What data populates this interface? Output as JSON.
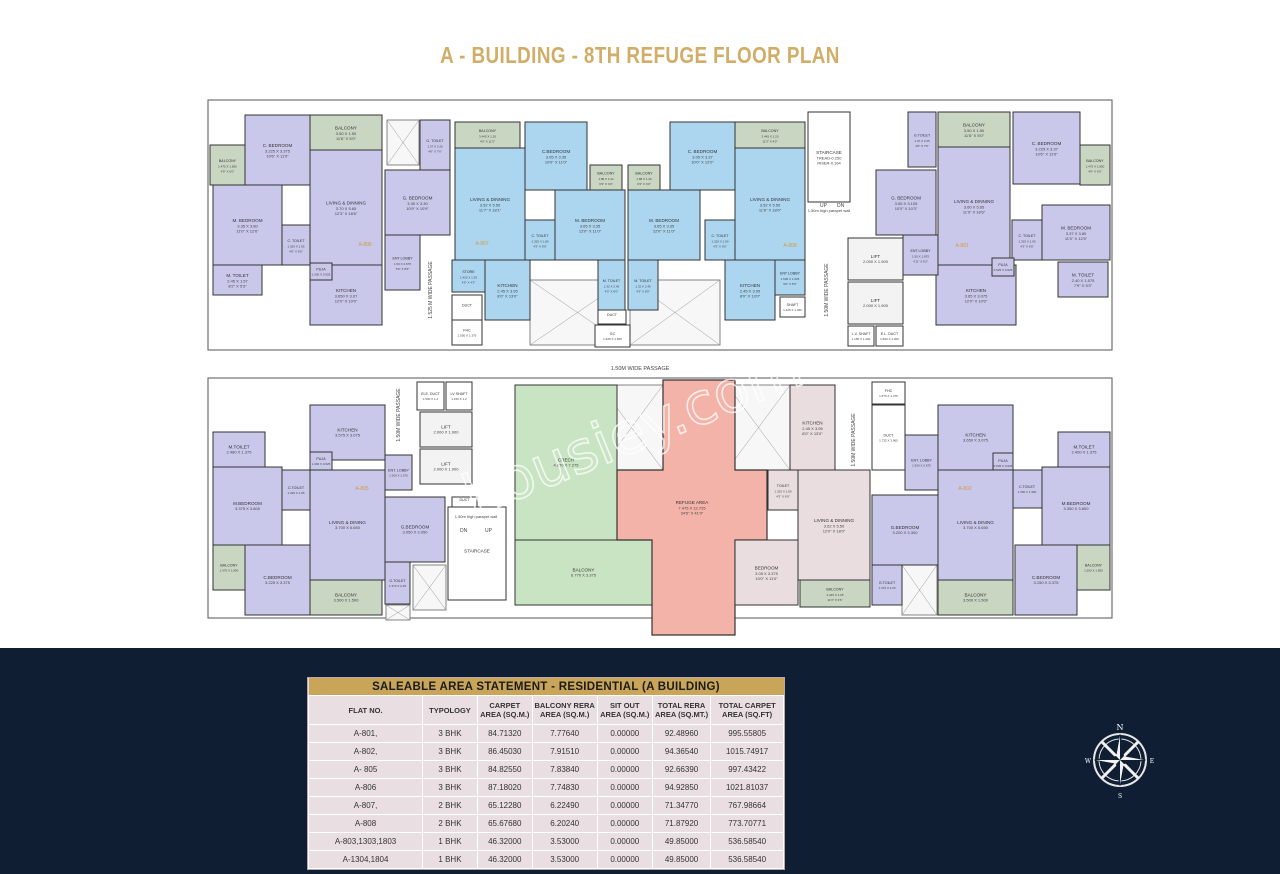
{
  "title": "A - BUILDING - 8TH REFUGE FLOOR PLAN",
  "watermark": "housiey.com",
  "colors": {
    "lavender": "#c9c8eb",
    "blue": "#acd6f0",
    "green": "#c8d6c2",
    "crech": "#c8e4c2",
    "refuge": "#f3b3a8",
    "pinkgrey": "#e9dde0",
    "title_gold": "#d2ad67",
    "navy": "#0f1e33",
    "table_header": "#c9a55a"
  },
  "flat_tags": [
    "A-806",
    "A-807",
    "A-808",
    "A-801",
    "A-805",
    "A-802"
  ],
  "labels": {
    "passage_top": "1.50M WIDE PASSAGE",
    "passage_left": "1.525 M WIDE PASSAGE",
    "passage_right": "1.50M WIDE PASSAGE",
    "passage_core": "1.50M WIDE PASSAGE",
    "passage_right_bottom": "1.50M WIDE PASSAGE",
    "parapet_top": "1.50m high parapet wall",
    "parapet_bottom": "1.50m high parapet wall",
    "up": "UP",
    "dn": "DN",
    "up2": "UP",
    "dn2": "DN"
  },
  "rooms": [
    {
      "name": "C. BEDROOM",
      "dim": "3.225 X 3.375",
      "ft": "10'6\" X 11'0\""
    },
    {
      "name": "BALCONY",
      "dim": "3.50 X 1.50",
      "ft": "11'6\" X 5'0\""
    },
    {
      "name": "BALCONY",
      "dim": "1.475 X 1.850",
      "ft": "4'9\" X 6'0\""
    },
    {
      "name": "LIVING & DINNING",
      "dim": "3.70 X 5.65",
      "ft": "12'3\" X 18'6\""
    },
    {
      "name": "M. BEDROOM",
      "dim": "3.35 X 3.80",
      "ft": "11'0\" X 12'6\""
    },
    {
      "name": "C. TOILET",
      "dim": "1.350 X 1.95",
      "ft": "4'5\" X 6'5\""
    },
    {
      "name": "M. TOILET",
      "dim": "2.45 X 1.57",
      "ft": "8'2\" X 5'3\""
    },
    {
      "name": "KITCHEN",
      "dim": "3.650 X 3.07",
      "ft": "12'0\" X 10'0\""
    },
    {
      "name": "PUJA",
      "dim": "1.000 X 0.625",
      "ft": ""
    },
    {
      "name": "G. BEDROOM",
      "dim": "3.30 X 3.30",
      "ft": "10'9\" X 10'9\""
    },
    {
      "name": "G. TOILET",
      "dim": "1.37 X 2.25",
      "ft": "4'6\" X 7'6\""
    },
    {
      "name": "ENT LOBBY",
      "dim": "1.50 X 2.675",
      "ft": "5'0\" X 8'9\""
    },
    {
      "name": "BALCONY",
      "dim": "3.445 X 1.20",
      "ft": "4'0\" X 11'3\""
    },
    {
      "name": "LIVING & DINNING",
      "dim": "3.52 X 5.50",
      "ft": "11'7\" X 18'1\""
    },
    {
      "name": "C.BEDROOM",
      "dim": "3.05 X 3.35",
      "ft": "10'0\" X 11'0\""
    },
    {
      "name": "BALCONY",
      "dim": "1.88 X 1.22",
      "ft": "6'3\" X 4'0\""
    },
    {
      "name": "M. BEDROOM",
      "dim": "3.65 X 3.35",
      "ft": "12'0\" X 11'0\""
    },
    {
      "name": "C. TOILET",
      "dim": "1.325 X 1.80",
      "ft": "4'3\" X 6'0\""
    },
    {
      "name": "M. TOILET",
      "dim": "1.32 X 2.45",
      "ft": "4'3\" X 8'0\""
    },
    {
      "name": "STORE",
      "dim": "1.425 X 1.30",
      "ft": "4'9\" X 4'3\""
    },
    {
      "name": "KITCHEN",
      "dim": "2.45 X 3.95",
      "ft": "8'0\" X 13'0\""
    },
    {
      "name": "DUCT",
      "dim": "",
      "ft": ""
    },
    {
      "name": "FHC",
      "dim": "1.550 X 1.375",
      "ft": ""
    },
    {
      "name": "BALCONY",
      "dim": "1.88 X 1.22",
      "ft": "6'3\" X 4'0\""
    },
    {
      "name": "C. BEDROOM",
      "dim": "3.05 X 3.37",
      "ft": "10'0\" X 12'0\""
    },
    {
      "name": "BALCONY",
      "dim": "3.445 X 1.20",
      "ft": "11'3\" X 4'0\""
    },
    {
      "name": "LIVING & DINNING",
      "dim": "3.52 X 5.50",
      "ft": "11'6\" X 18'0\""
    },
    {
      "name": "M. BEDROOM",
      "dim": "3.65 X 3.35",
      "ft": "12'0\" X 11'0\""
    },
    {
      "name": "C. TOILET",
      "dim": "1.325 X 1.80",
      "ft": "4'3\" X 6'0\""
    },
    {
      "name": "M. TOILET",
      "dim": "1.32 X 2.45",
      "ft": "4'3\" X 8'0\""
    },
    {
      "name": "KITCHEN",
      "dim": "2.45 X 3.95",
      "ft": "8'0\" X 13'0\""
    },
    {
      "name": "ENT LOBBY",
      "dim": "1.500 X 1.625",
      "ft": "5'0\" X 5'6\""
    },
    {
      "name": "SHAFT",
      "dim": "1.425 X 1.450",
      "ft": ""
    },
    {
      "name": "DUCT",
      "dim": "",
      "ft": ""
    },
    {
      "name": "GC",
      "dim": "1.425 X 1.820",
      "ft": ""
    },
    {
      "name": "STAIRCASE",
      "dim": "TREAD-0.250",
      "ft": "RISER-0.164"
    },
    {
      "name": "LIFT",
      "dim": "2.000 X 1.900",
      "ft": ""
    },
    {
      "name": "LIFT",
      "dim": "2.000 X 1.900",
      "ft": ""
    },
    {
      "name": "L.V. SHAFT",
      "dim": "1.150 X 1.200",
      "ft": ""
    },
    {
      "name": "E.L. DUCT",
      "dim": "1.500 X 1.200",
      "ft": ""
    },
    {
      "name": "G.TOILET",
      "dim": "1.37 X 2.25",
      "ft": "4'6\" X 7'6\""
    },
    {
      "name": "BALCONY",
      "dim": "3.50 X 1.50",
      "ft": "11'6\" X 5'0\""
    },
    {
      "name": "C. BEDROOM",
      "dim": "3.225 X 3.37",
      "ft": "10'6\" X 11'0\""
    },
    {
      "name": "BALCONY",
      "dim": "1.475 X 1.850",
      "ft": "4'9\" X 6'0\""
    },
    {
      "name": "LIVING & DINNING",
      "dim": "3.60 X 5.65",
      "ft": "11'9\" X 18'6\""
    },
    {
      "name": "G. BEDROOM",
      "dim": "3.05 X 3.105",
      "ft": "10'0\" X 10'3\""
    },
    {
      "name": "M. BEDROOM",
      "dim": "3.37 X 3.80",
      "ft": "11'0\" X 12'6\""
    },
    {
      "name": "C. TOILET",
      "dim": "1.325 X 1.95",
      "ft": "4'3\" X 6'6\""
    },
    {
      "name": "M. TOILET",
      "dim": "2.40 X 1.575",
      "ft": "7'9\" X 5'3\""
    },
    {
      "name": "KITCHEN",
      "dim": "3.65 X 3.075",
      "ft": "12'0\" X 10'0\""
    },
    {
      "name": "PUJA",
      "dim": "0.925 X 0.625",
      "ft": ""
    },
    {
      "name": "ENT LOBBY",
      "dim": "1.50 X 1.875",
      "ft": "4'11\" X 6'2\""
    },
    {
      "name": "KITCHEN",
      "dim": "3.575 X 3.075",
      "ft": ""
    },
    {
      "name": "M.TOILET",
      "dim": "2.480 X 1.375",
      "ft": ""
    },
    {
      "name": "C.TOILET",
      "dim": "1.325 X 1.95",
      "ft": ""
    },
    {
      "name": "PUJA",
      "dim": "1.000 X 0.625",
      "ft": ""
    },
    {
      "name": "ENT. LOBBY",
      "dim": "1.500 X 2.675",
      "ft": ""
    },
    {
      "name": "LIVING & DINING",
      "dim": "3.700 X 5.650",
      "ft": ""
    },
    {
      "name": "M.BEDROOM",
      "dim": "3.375 X 3.800",
      "ft": ""
    },
    {
      "name": "G.BEDROOM",
      "dim": "3.050 X 3.050",
      "ft": ""
    },
    {
      "name": "C.BEDROOM",
      "dim": "3.225 X 3.375",
      "ft": ""
    },
    {
      "name": "BALCONY",
      "dim": "1.475 X 1.850",
      "ft": ""
    },
    {
      "name": "BALCONY",
      "dim": "3.500 X 1.500",
      "ft": ""
    },
    {
      "name": "G.TOILET",
      "dim": "1.370 X 2.25",
      "ft": ""
    },
    {
      "name": "ELE. DUCT",
      "dim": "1.500 X 1.2",
      "ft": ""
    },
    {
      "name": "LV SHAFT",
      "dim": "1.150 X 1.2",
      "ft": ""
    },
    {
      "name": "LIFT",
      "dim": "2.000 X 1.900",
      "ft": ""
    },
    {
      "name": "LIFT",
      "dim": "2.000 X 1.900",
      "ft": ""
    },
    {
      "name": "DUCT",
      "dim": "",
      "ft": ""
    },
    {
      "name": "STAIRCASE",
      "dim": "",
      "ft": ""
    },
    {
      "name": "CRECH",
      "dim": "4.870 X 7.275",
      "ft": ""
    },
    {
      "name": "BALCONY",
      "dim": "6.770 X 3.375",
      "ft": ""
    },
    {
      "name": "REFUGE AREA",
      "dim": "7.475 X 12.725",
      "ft": "24'6\" X 41'9\""
    },
    {
      "name": "KITCHEN",
      "dim": "2.45 X 3.95",
      "ft": "8'0\" X 13'0\""
    },
    {
      "name": "TOILET",
      "dim": "1.325 X 1.80",
      "ft": "4'3\" X 6'0\""
    },
    {
      "name": "LIVING & DINNING",
      "dim": "3.62 X 5.50",
      "ft": "12'0\" X 18'0\""
    },
    {
      "name": "BEDROOM",
      "dim": "3.05 X 3.375",
      "ft": "10'0\" X 11'0\""
    },
    {
      "name": "BALCONY",
      "dim": "3.445 X 1.05",
      "ft": "11'3\" X 3'6\""
    },
    {
      "name": "FHC",
      "dim": "1.575 X 1.375",
      "ft": ""
    },
    {
      "name": "DUCT",
      "dim": "1.725 X 3.965",
      "ft": ""
    },
    {
      "name": "KITCHEN",
      "dim": "3.650 X 3.075",
      "ft": ""
    },
    {
      "name": "ENT. LOBBY",
      "dim": "1.500 X 2.675",
      "ft": ""
    },
    {
      "name": "M.TOILET",
      "dim": "2.400 X 1.375",
      "ft": ""
    },
    {
      "name": "C.TOILET",
      "dim": "1.350 X 1.950",
      "ft": ""
    },
    {
      "name": "PUJA",
      "dim": "0.925 X 0.625",
      "ft": ""
    },
    {
      "name": "M.BEDROOM",
      "dim": "3.350 X 3.800",
      "ft": ""
    },
    {
      "name": "G.BEDROOM",
      "dim": "3.200 X 3.300",
      "ft": ""
    },
    {
      "name": "LIVING & DINING",
      "dim": "3.700 X 5.650",
      "ft": ""
    },
    {
      "name": "C.BEDROOM",
      "dim": "3.150 X 3.375",
      "ft": ""
    },
    {
      "name": "BALCONY",
      "dim": "1.550 X 1.850",
      "ft": ""
    },
    {
      "name": "BALCONY",
      "dim": "3.500 X 1.500",
      "ft": ""
    },
    {
      "name": "G.TOILET",
      "dim": "1.370 X 2.25",
      "ft": ""
    }
  ],
  "area_table": {
    "caption": "SALEABLE AREA STATEMENT - RESIDENTIAL (A BUILDING)",
    "headers": [
      "FLAT NO.",
      "TYPOLOGY",
      "CARPET AREA (SQ.M.)",
      "BALCONY RERA AREA (SQ.M.)",
      "SIT OUT AREA (SQ.M.)",
      "TOTAL RERA AREA (SQ.MT.)",
      "TOTAL CARPET AREA (SQ.FT)"
    ],
    "rows": [
      [
        "A-801,",
        "3 BHK",
        "84.71320",
        "7.77640",
        "0.00000",
        "92.48960",
        "995.55805"
      ],
      [
        "A-802,",
        "3 BHK",
        "86.45030",
        "7.91510",
        "0.00000",
        "94.36540",
        "1015.74917"
      ],
      [
        "A- 805",
        "3 BHK",
        "84.82550",
        "7.83840",
        "0.00000",
        "92.66390",
        "997.43422"
      ],
      [
        "A-806",
        "3 BHK",
        "87.18020",
        "7.74830",
        "0.00000",
        "94.92850",
        "1021.81037"
      ],
      [
        "A-807,",
        "2 BHK",
        "65.12280",
        "6.22490",
        "0.00000",
        "71.34770",
        "767.98664"
      ],
      [
        "A-808",
        "2 BHK",
        "65.67680",
        "6.20240",
        "0.00000",
        "71.87920",
        "773.70771"
      ],
      [
        "A-803,1303,1803",
        "1 BHK",
        "46.32000",
        "3.53000",
        "0.00000",
        "49.85000",
        "536.58540"
      ],
      [
        "A-1304,1804",
        "1 BHK",
        "46.32000",
        "3.53000",
        "0.00000",
        "49.85000",
        "536.58540"
      ]
    ]
  },
  "compass": {
    "n": "N",
    "s": "S",
    "e": "E",
    "w": "W"
  }
}
